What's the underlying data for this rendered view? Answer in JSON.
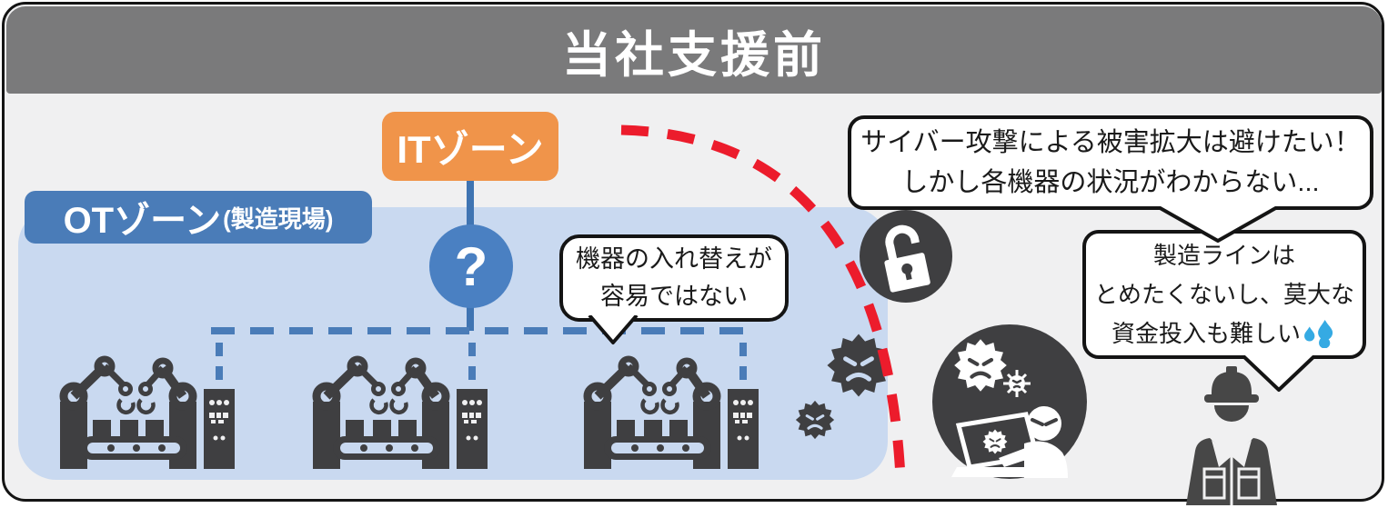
{
  "title": "当社支援前",
  "it_zone": {
    "label": "ITゾーン"
  },
  "ot_zone": {
    "label": "OTゾーン",
    "sublabel": "(製造現場)"
  },
  "question_mark": {
    "symbol": "?"
  },
  "bubbles": {
    "equipment": {
      "lines": [
        "機器の入れ替えが",
        "容易ではない"
      ]
    },
    "cyber": {
      "lines": [
        "サイバー攻撃による被害拡大は避けたい！",
        "しかし各機器の状況がわからない..."
      ]
    },
    "cost": {
      "lines": [
        "製造ラインは",
        "とめたくないし、莫大な",
        "資金投入も難しい"
      ]
    }
  },
  "icons": {
    "question-mark-icon": "?",
    "unlocked-padlock-icon": "open padlock in dark circle",
    "hacker-icon": "hacker with laptop and viruses in dark circle",
    "virus-icon": "spiky malware face",
    "factory-robot-icon": "robot arms with conveyor",
    "control-cabinet-icon": "control panel tower",
    "worker-icon": "factory worker with hard hat",
    "sweat-droplets-icon": "💦"
  },
  "colors": {
    "header_bg": "#7a7a7b",
    "body_bg": "#f0f0f1",
    "ot_fill": "#c9d9f0",
    "ot_label_bg": "#4a7cb8",
    "it_bg": "#f0944a",
    "connector_blue": "#3f74b2",
    "dashed_blue": "#4a7cb8",
    "question_bg": "#4a80c2",
    "danger_red": "#ec1c2c",
    "icon_dark": "#3f3f41",
    "droplet_blue": "#35aae3"
  }
}
